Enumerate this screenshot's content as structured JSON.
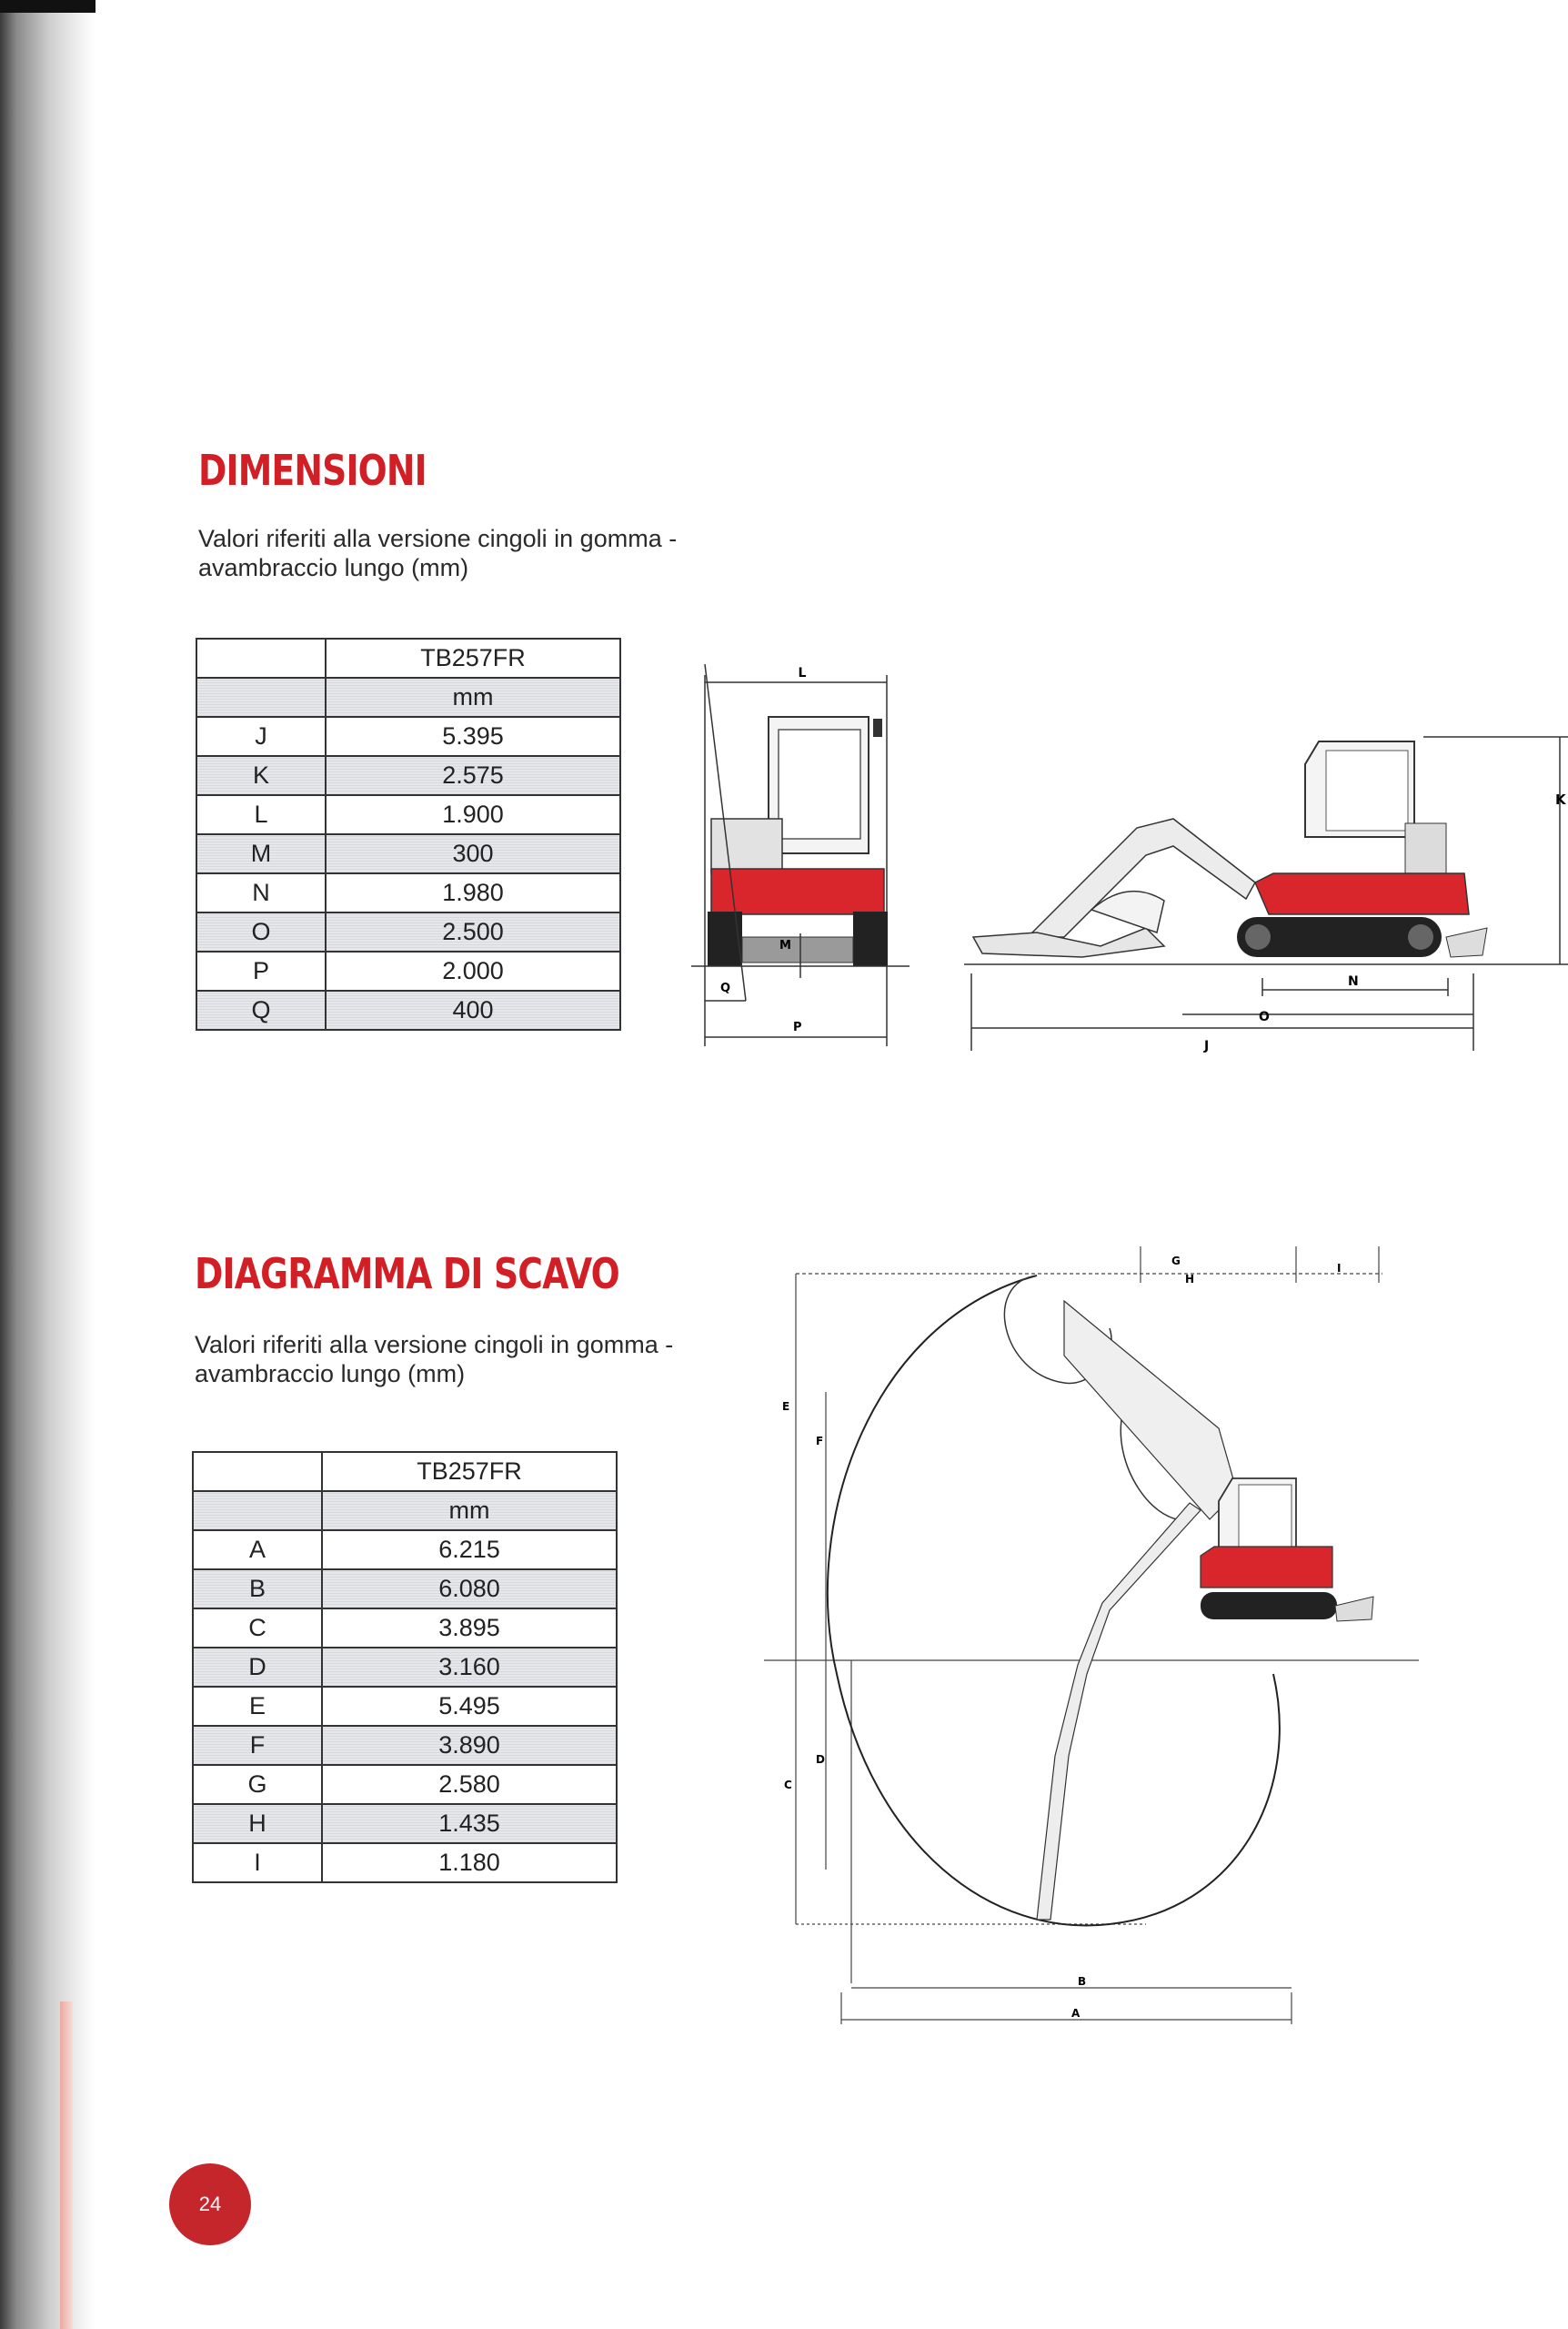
{
  "dimensions": {
    "title": "DIMENSIONI",
    "intro_line1": "Valori riferiti alla versione cingoli in gomma -",
    "intro_line2": "avambraccio lungo (mm)",
    "table": {
      "model": "TB257FR",
      "unit": "mm",
      "rows": [
        {
          "key": "J",
          "value": "5.395"
        },
        {
          "key": "K",
          "value": "2.575"
        },
        {
          "key": "L",
          "value": "1.900"
        },
        {
          "key": "M",
          "value": "300"
        },
        {
          "key": "N",
          "value": "1.980"
        },
        {
          "key": "O",
          "value": "2.500"
        },
        {
          "key": "P",
          "value": "2.000"
        },
        {
          "key": "Q",
          "value": "400"
        }
      ]
    },
    "figure_labels": {
      "L": "L",
      "M": "M",
      "Q": "Q",
      "P": "P",
      "K": "K",
      "N": "N",
      "O": "O",
      "J": "J"
    }
  },
  "digging": {
    "title": "DIAGRAMMA DI SCAVO",
    "intro_line1": "Valori riferiti alla versione cingoli in gomma -",
    "intro_line2": "avambraccio lungo (mm)",
    "table": {
      "model": "TB257FR",
      "unit": "mm",
      "rows": [
        {
          "key": "A",
          "value": "6.215"
        },
        {
          "key": "B",
          "value": "6.080"
        },
        {
          "key": "C",
          "value": "3.895"
        },
        {
          "key": "D",
          "value": "3.160"
        },
        {
          "key": "E",
          "value": "5.495"
        },
        {
          "key": "F",
          "value": "3.890"
        },
        {
          "key": "G",
          "value": "2.580"
        },
        {
          "key": "H",
          "value": "1.435"
        },
        {
          "key": "I",
          "value": "1.180"
        }
      ]
    },
    "figure_labels": {
      "G": "G",
      "H": "H",
      "I": "I",
      "E": "E",
      "F": "F",
      "D": "D",
      "C": "C",
      "B": "B",
      "A": "A"
    }
  },
  "page_number": "24",
  "colors": {
    "accent": "#d21f26",
    "machine_red": "#d8262c",
    "badge": "#c4262c"
  }
}
